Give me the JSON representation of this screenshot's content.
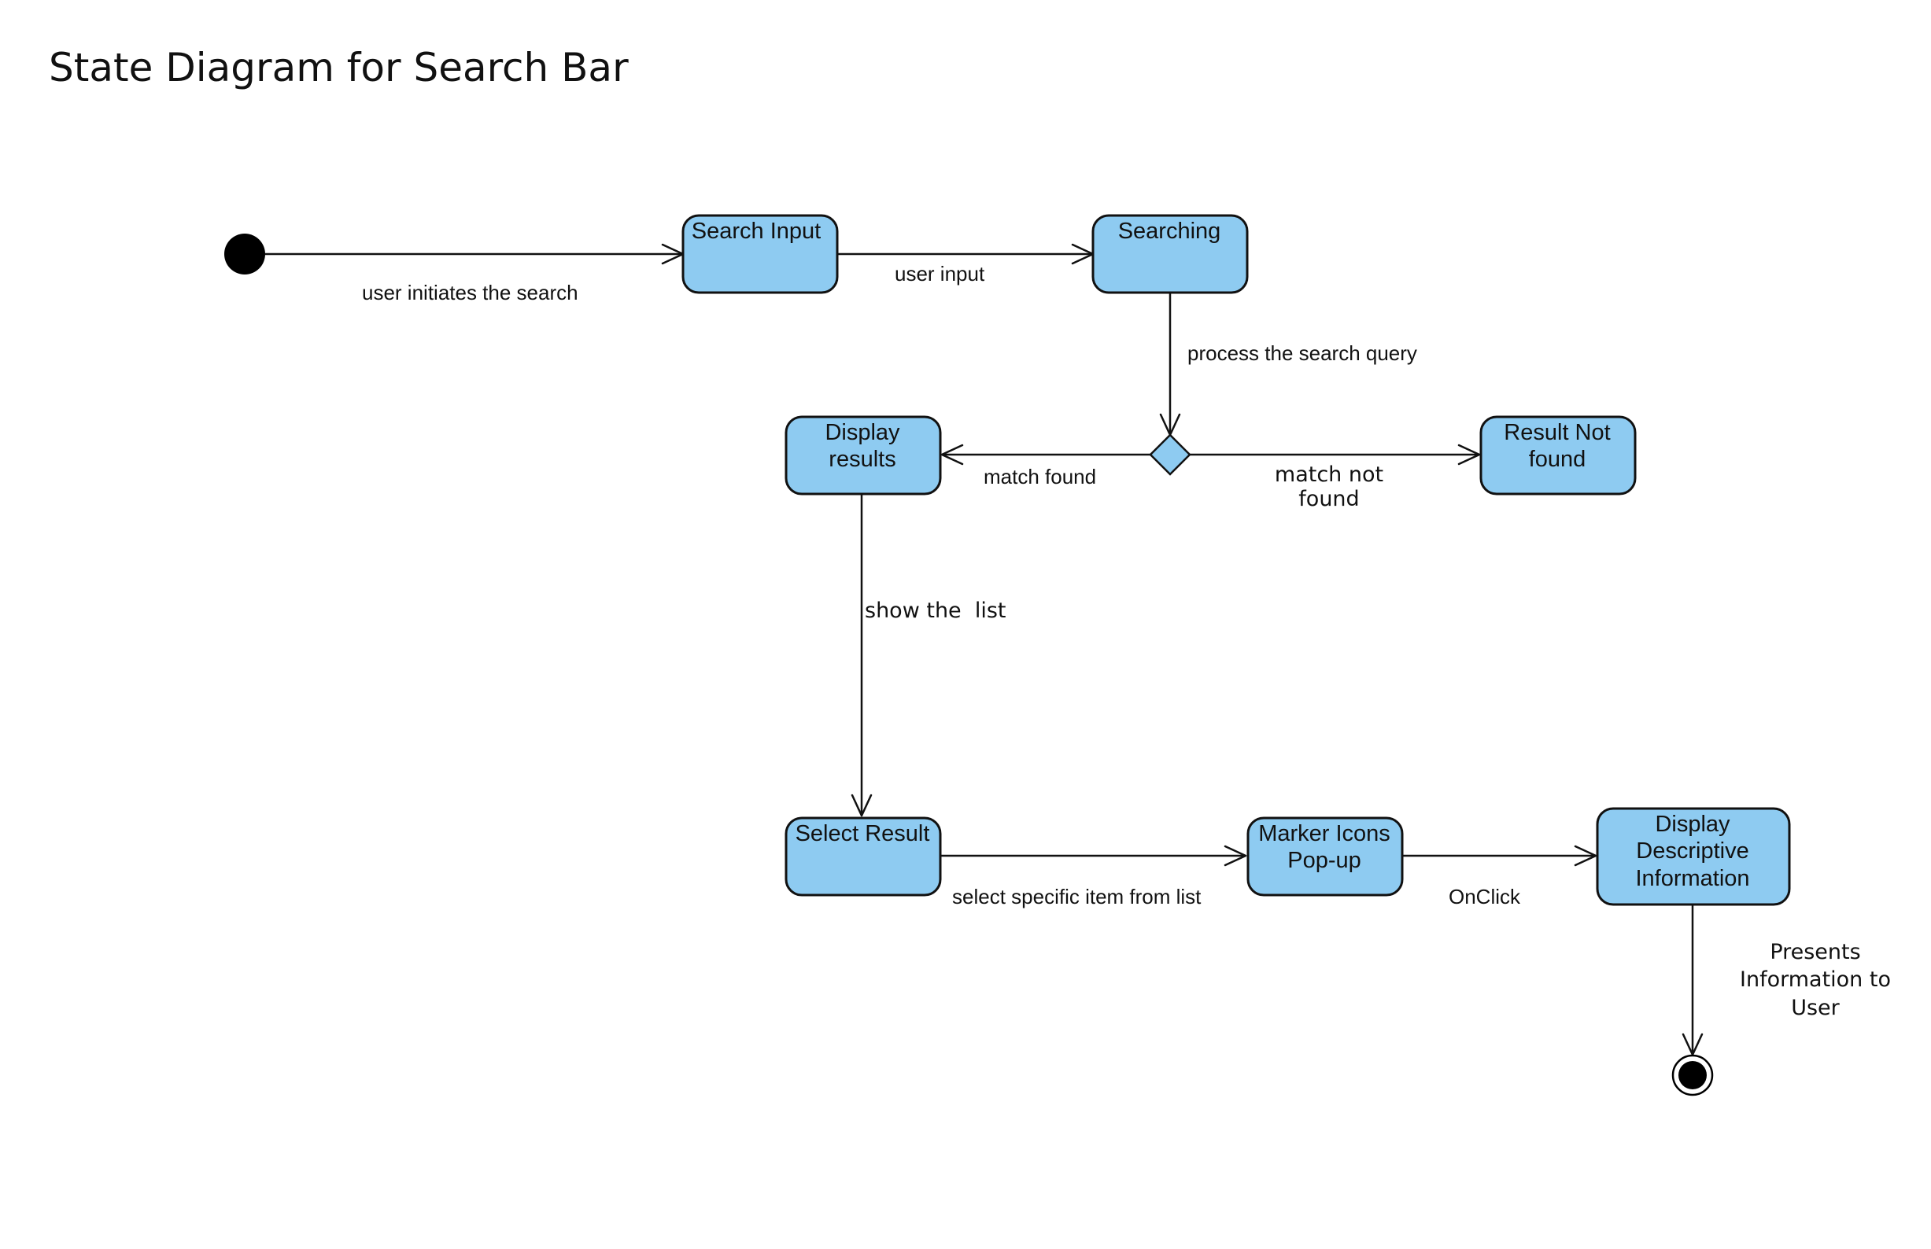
{
  "title": "State Diagram for Search Bar",
  "colors": {
    "state_fill": "#8ecbf1",
    "stroke": "#111111"
  },
  "states": {
    "search_input": [
      "Search Input"
    ],
    "searching": [
      "Searching"
    ],
    "display_results": [
      "Display",
      "results"
    ],
    "result_not_found": [
      "Result Not",
      "found"
    ],
    "select_result": [
      "Select Result"
    ],
    "marker_icons": [
      "Marker Icons",
      "Pop-up"
    ],
    "display_info": [
      "Display",
      "Descriptive",
      "Information"
    ]
  },
  "transitions": {
    "user_initiates": "user initiates the search",
    "user_input": "user input",
    "process_query": "process the search query",
    "match_found": "match found",
    "match_not_found": [
      "match not",
      "found"
    ],
    "show_list": "show the  list",
    "select_item": "select specific item from list",
    "onclick": "OnClick",
    "presents": [
      "Presents",
      "Information to",
      "User"
    ]
  }
}
